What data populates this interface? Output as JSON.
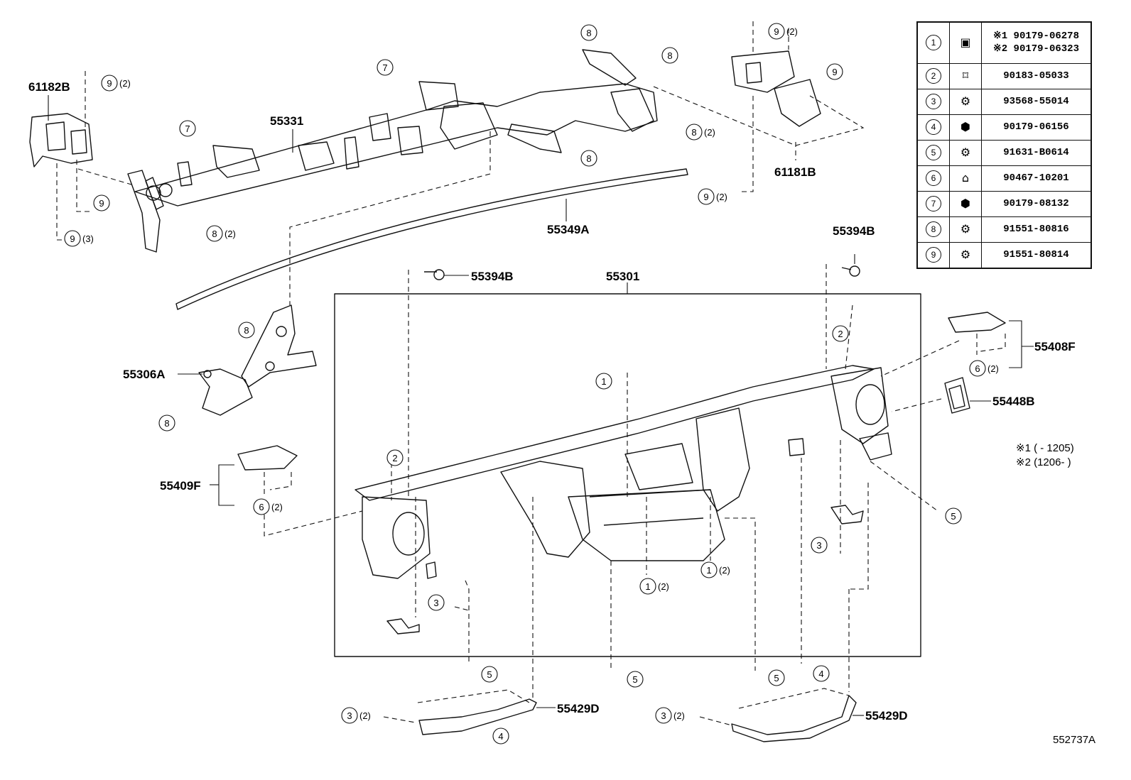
{
  "labels": {
    "l_61182B": "61182B",
    "l_55331": "55331",
    "l_61181B": "61181B",
    "l_55349A": "55349A",
    "l_55394B_top": "55394B",
    "l_55394B_mid": "55394B",
    "l_55301": "55301",
    "l_55306A": "55306A",
    "l_55408F": "55408F",
    "l_55448B": "55448B",
    "l_55409F": "55409F",
    "l_55429D_a": "55429D",
    "l_55429D_b": "55429D"
  },
  "callouts": [
    {
      "n": "9",
      "q": "(2)"
    },
    {
      "n": "9",
      "q": ""
    },
    {
      "n": "9",
      "q": "(3)"
    },
    {
      "n": "7",
      "q": ""
    },
    {
      "n": "7",
      "q": ""
    },
    {
      "n": "8",
      "q": ""
    },
    {
      "n": "8",
      "q": ""
    },
    {
      "n": "8",
      "q": "(2)"
    },
    {
      "n": "8",
      "q": ""
    },
    {
      "n": "8",
      "q": "(2)"
    },
    {
      "n": "9",
      "q": "(2)"
    },
    {
      "n": "9",
      "q": ""
    },
    {
      "n": "9",
      "q": "(2)"
    },
    {
      "n": "8",
      "q": ""
    },
    {
      "n": "8",
      "q": ""
    },
    {
      "n": "2",
      "q": ""
    },
    {
      "n": "6",
      "q": "(2)"
    },
    {
      "n": "1",
      "q": ""
    },
    {
      "n": "2",
      "q": ""
    },
    {
      "n": "6",
      "q": "(2)"
    },
    {
      "n": "5",
      "q": ""
    },
    {
      "n": "3",
      "q": ""
    },
    {
      "n": "3",
      "q": ""
    },
    {
      "n": "1",
      "q": "(2)"
    },
    {
      "n": "1",
      "q": "(2)"
    },
    {
      "n": "5",
      "q": ""
    },
    {
      "n": "5",
      "q": ""
    },
    {
      "n": "5",
      "q": ""
    },
    {
      "n": "4",
      "q": ""
    },
    {
      "n": "3",
      "q": "(2)"
    },
    {
      "n": "4",
      "q": ""
    },
    {
      "n": "3",
      "q": "(2)"
    }
  ],
  "parts_table": [
    {
      "no": "1",
      "icon": "clip-nut-icon",
      "parts": [
        "※1 90179-06278",
        "※2 90179-06323"
      ]
    },
    {
      "no": "2",
      "icon": "spring-clip-icon",
      "parts": [
        "90183-05033"
      ]
    },
    {
      "no": "3",
      "icon": "screw-icon",
      "parts": [
        "93568-55014"
      ]
    },
    {
      "no": "4",
      "icon": "nut-icon",
      "parts": [
        "90179-06156"
      ]
    },
    {
      "no": "5",
      "icon": "bolt-icon",
      "parts": [
        "91631-B0614"
      ]
    },
    {
      "no": "6",
      "icon": "clip-icon",
      "parts": [
        "90467-10201"
      ]
    },
    {
      "no": "7",
      "icon": "nut-icon",
      "parts": [
        "90179-08132"
      ]
    },
    {
      "no": "8",
      "icon": "flange-bolt-icon",
      "parts": [
        "91551-80816"
      ]
    },
    {
      "no": "9",
      "icon": "flange-bolt-icon",
      "parts": [
        "91551-80814"
      ]
    }
  ],
  "notes": {
    "note_1": "※1 (    - 1205)",
    "note_2": "※2 (1206-     )"
  },
  "figure_code": "552737A"
}
